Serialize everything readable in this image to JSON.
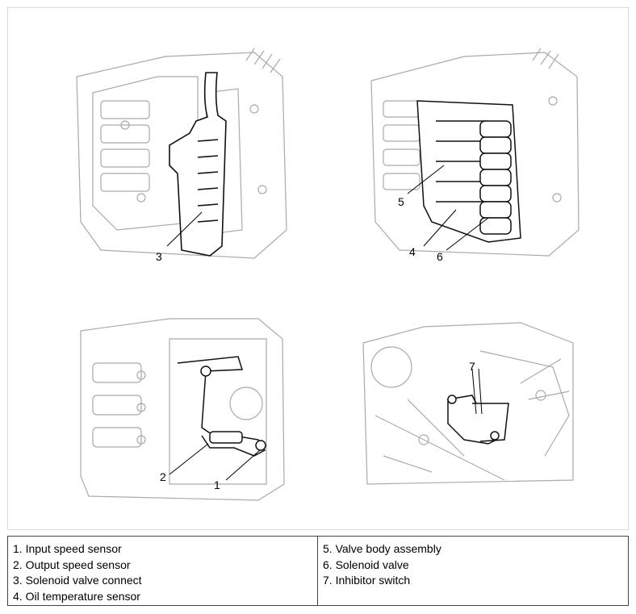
{
  "diagrams": [
    {
      "callouts": [
        "3"
      ]
    },
    {
      "callouts": [
        "5",
        "4",
        "6"
      ]
    },
    {
      "callouts": [
        "2",
        "1"
      ]
    },
    {
      "callouts": [
        "7"
      ]
    }
  ],
  "legend": {
    "left": [
      "1. Input speed sensor",
      "2. Output speed sensor",
      "3. Solenoid valve connect",
      "4. Oil temperature sensor"
    ],
    "right": [
      "5. Valve body assembly",
      "6. Solenoid valve",
      "7. Inhibitor switch"
    ]
  }
}
